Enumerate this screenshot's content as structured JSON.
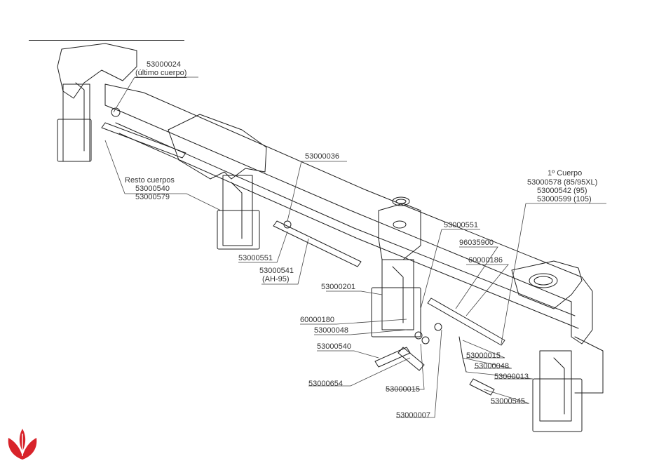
{
  "colors": {
    "line": "#1f1f1f",
    "label": "#333333",
    "logo": "#d8232a"
  },
  "labels": {
    "p53000024": "53000024",
    "ultimo": "(último cuerpo)",
    "resto": "Resto cuerpos",
    "p53000540a": "53000540",
    "p53000579": "53000579",
    "p53000036": "53000036",
    "p53000551a": "53000551",
    "p53000541": "53000541",
    "ah95": "(AH-95)",
    "p53000201": "53000201",
    "p60000180": "60000180",
    "p53000048a": "53000048",
    "p53000540b": "53000540",
    "p53000654": "53000654",
    "p53000551b": "53000551",
    "p96035900": "96035900",
    "p60000186": "60000186",
    "primer": "1º Cuerpo",
    "p53000578": "53000578 (85/95XL)",
    "p53000542": "53000542 (95)",
    "p53000599": "53000599 (105)",
    "p53000015a": "53000015",
    "p53000048b": "53000048",
    "p53000013": "53000013",
    "p53000545": "53000545",
    "p53000015b": "53000015",
    "p53000007": "53000007"
  },
  "icons": {
    "logo": "red-leaf-logo-icon"
  }
}
